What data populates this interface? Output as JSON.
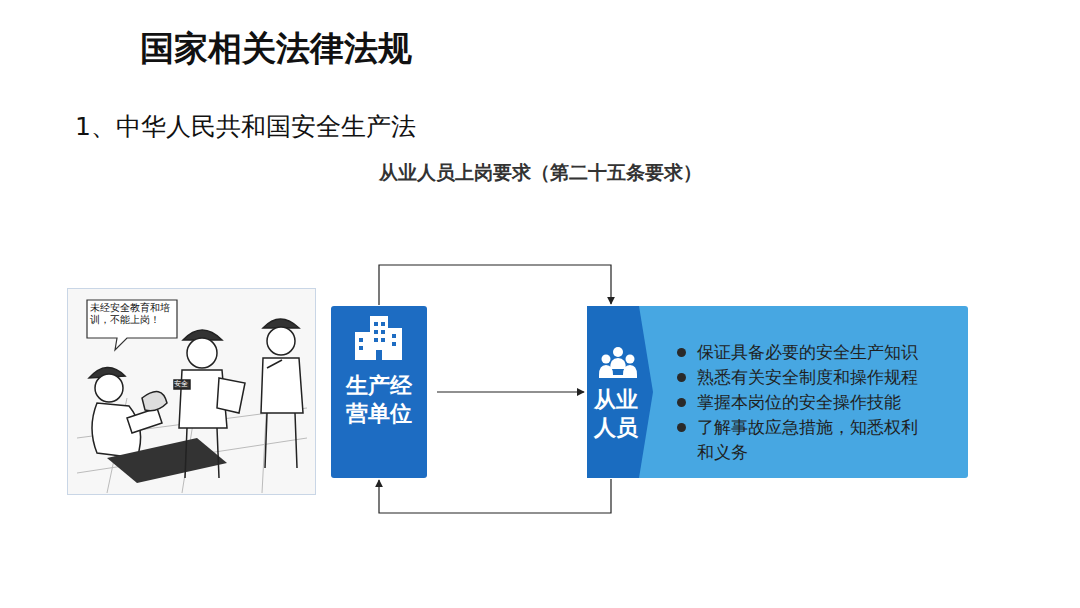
{
  "diagram": {
    "title": "国家相关法律法规",
    "nodes": [
      {
        "text": [
          "生产经营单位"
        ]
      },
      {
        "text": [
          "从业人员",
          "保证具备必要的安全生产知识",
          "熟悉有关安全制度和操作规程",
          "掌握本岗位的安全操作技能",
          "了解事故应急措施，知悉权利和义务"
        ]
      }
    ],
    "edges": [
      {
        "from": 0,
        "to": 1,
        "arrow": "to"
      },
      {
        "from": 0,
        "to": 1,
        "arrow": "to"
      },
      {
        "from": 1,
        "to": 0,
        "arrow": "to"
      }
    ],
    "labels": [
      "1、中华人民共和国安全生产法",
      "从业人员上岗要求（第二十五条要求）",
      "未经安全教育和培训，不能上岗！",
      "安全"
    ]
  }
}
